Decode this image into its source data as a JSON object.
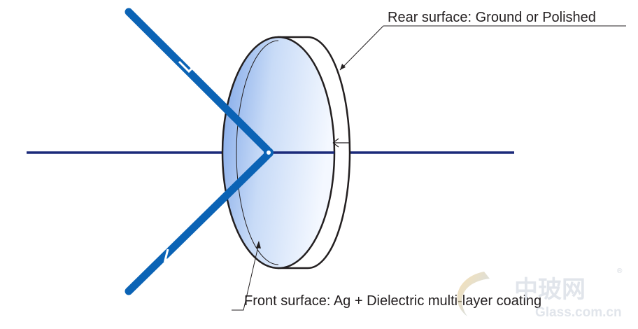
{
  "labels": {
    "rear_surface": "Rear surface: Ground or Polished",
    "front_surface": "Front surface: Ag + Dielectric multi-layer coating"
  },
  "watermark": {
    "chinese": "中玻网",
    "site": "Glass.com.cn",
    "registered": "®"
  },
  "colors": {
    "beam": "#0b63b5",
    "axis": "#1b2a7a",
    "outline": "#231f20",
    "lens_face_light": "#f4f8ff",
    "lens_face_dark": "#7ea6e8",
    "watermark": "#c9d1dc"
  }
}
